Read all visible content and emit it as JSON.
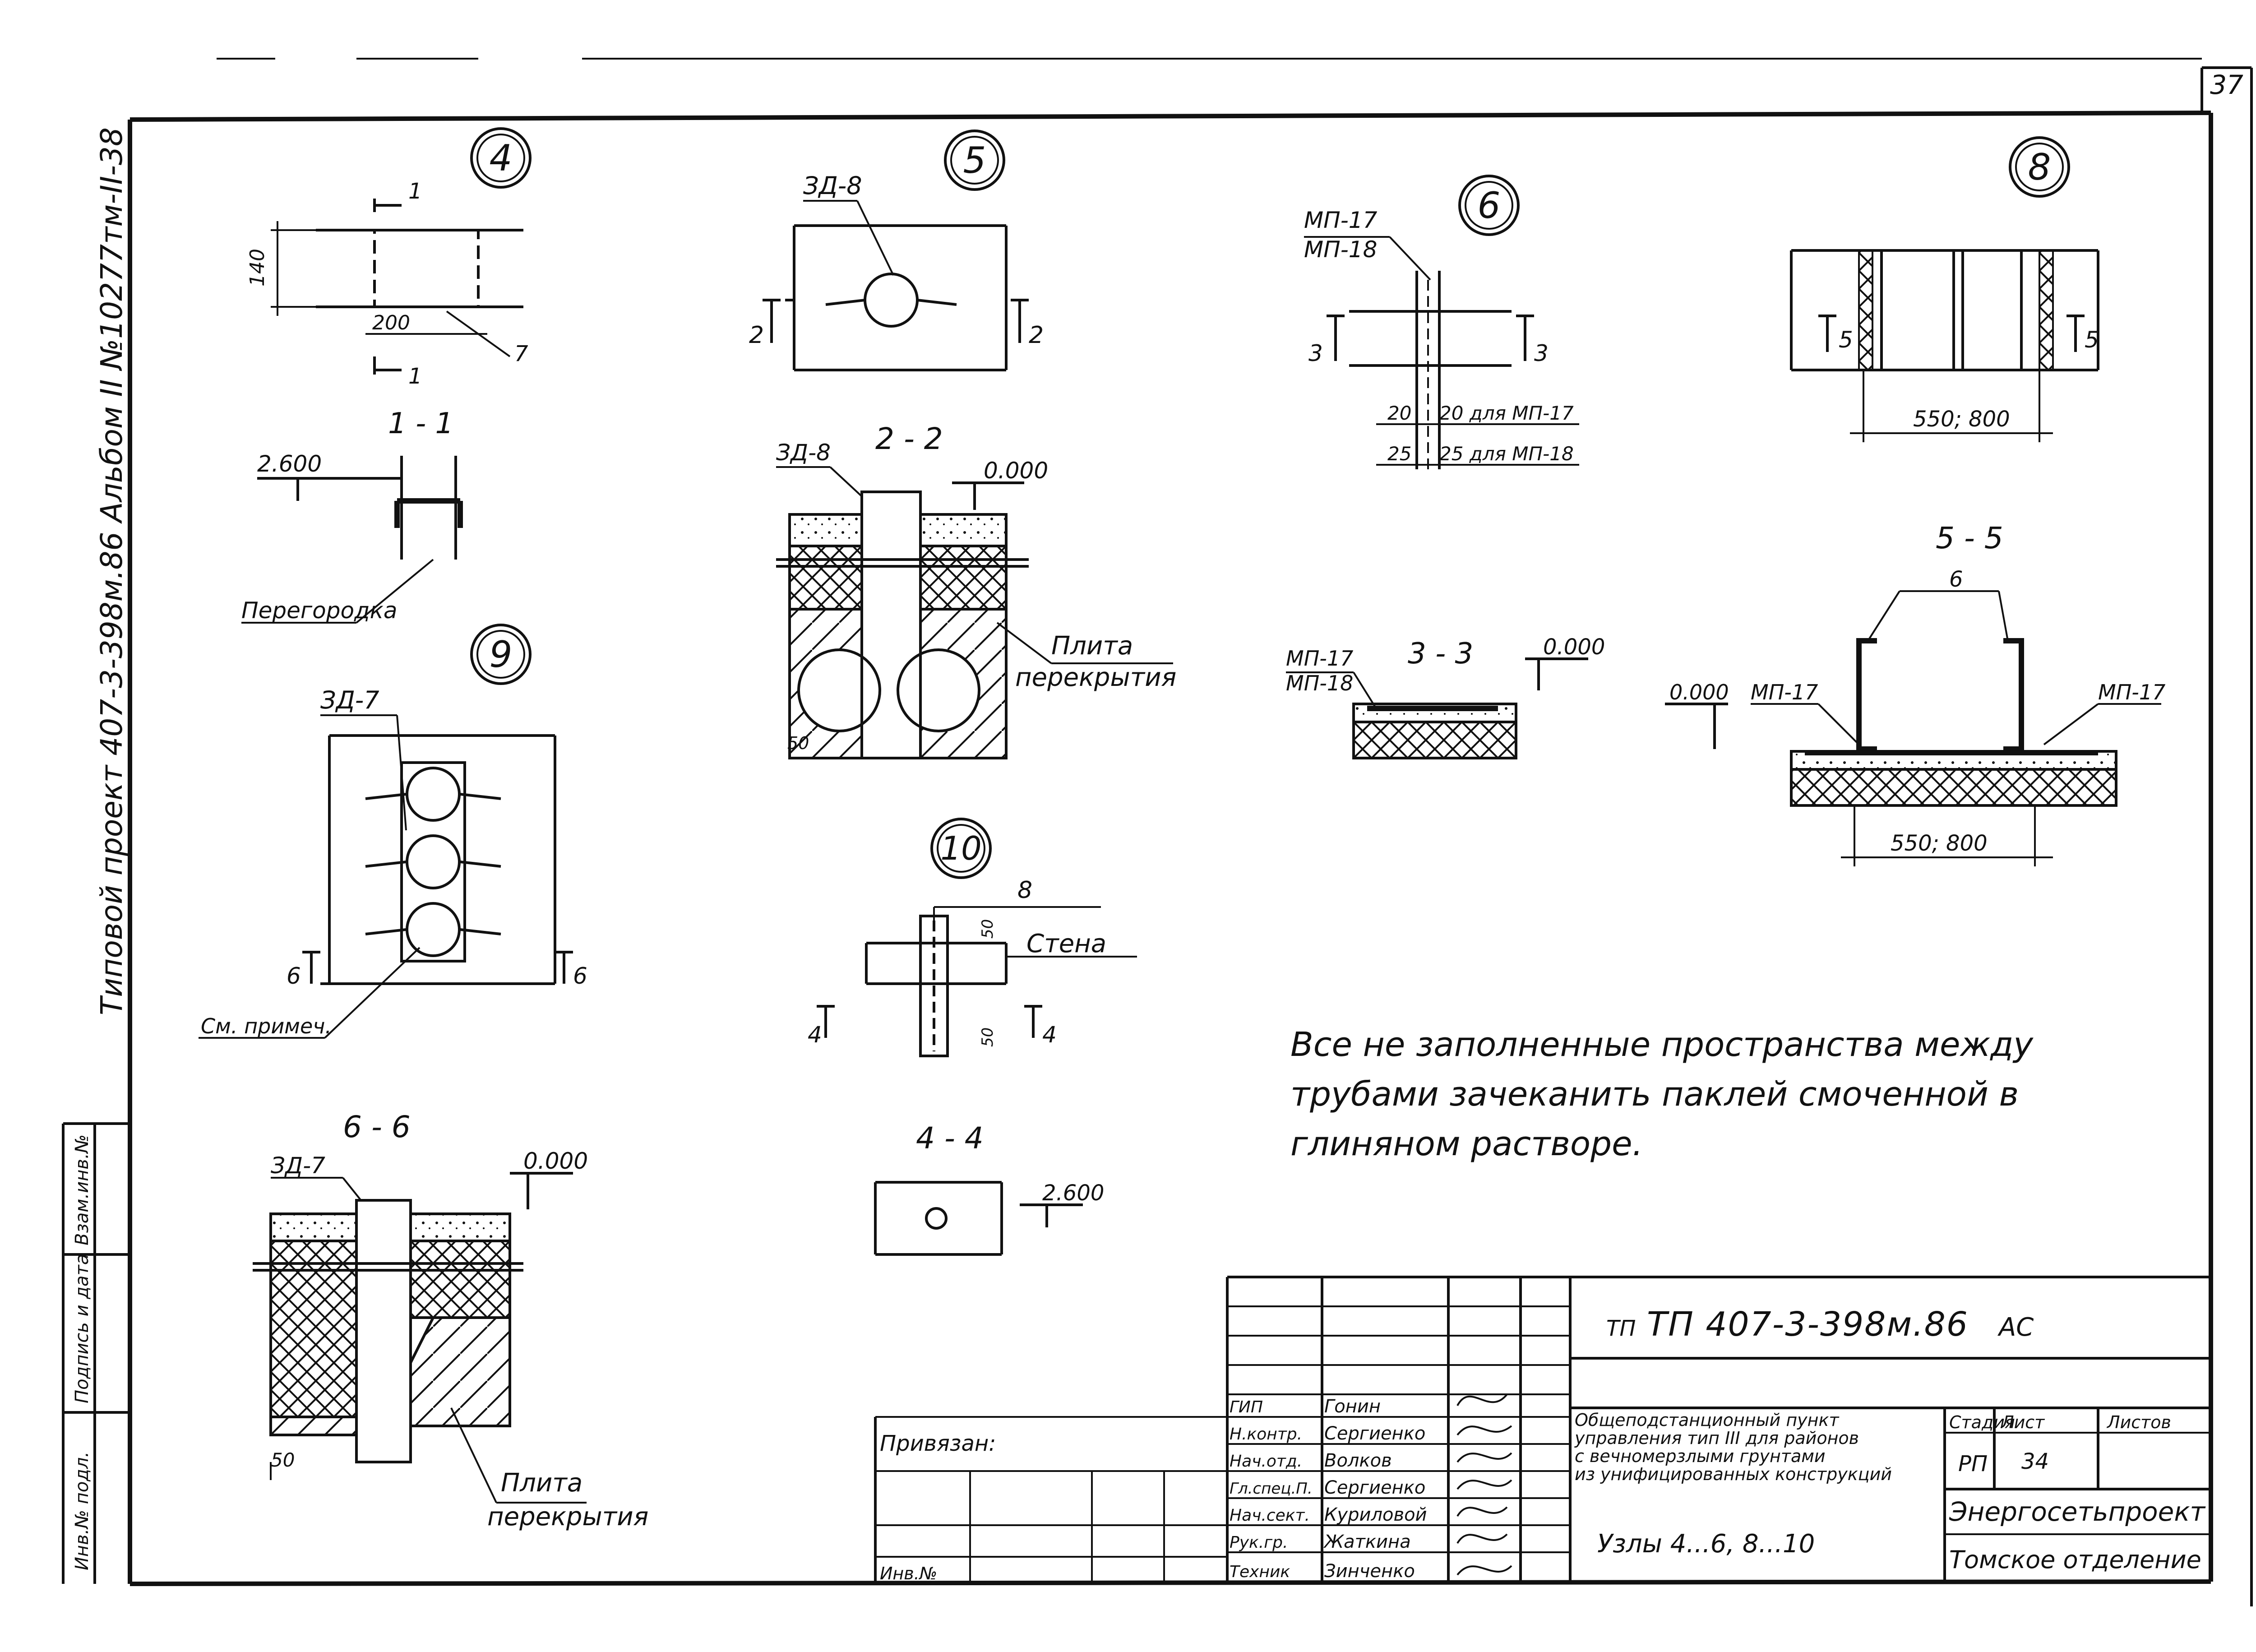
{
  "sheet": {
    "page_number": "37",
    "side_stamp": "Типовой проект 407-3-398м.86 Альбом II №10277тм-II-38",
    "note_lines": [
      "Все не заполненные пространства между",
      "трубами зачеканить паклей смоченной в",
      "глиняном растворе."
    ],
    "left_strip": [
      "Инв.№ подл.",
      "Подпись и дата",
      "Взам.инв.№"
    ]
  },
  "details": {
    "d4": {
      "number": "4",
      "dim_h": "140",
      "dim_w": "200",
      "callout": "7",
      "cut": "1"
    },
    "s11": {
      "title": "1 - 1",
      "level": "2.600",
      "label": "Перегородка"
    },
    "d9": {
      "number": "9",
      "part": "ЗД-7",
      "cut": "6",
      "note": "См. примеч."
    },
    "s66": {
      "title": "6 - 6",
      "part": "ЗД-7",
      "level": "0.000",
      "dim": "50",
      "label1": "Плита",
      "label2": "перекрытия"
    },
    "d5": {
      "number": "5",
      "part": "ЗД-8",
      "cut": "2"
    },
    "s22": {
      "title": "2 - 2",
      "part": "ЗД-8",
      "level": "0.000",
      "dim": "50",
      "label1": "Плита",
      "label2": "перекрытия"
    },
    "d10": {
      "number": "10",
      "callout": "8",
      "label": "Стена",
      "dim": "50",
      "cut": "4"
    },
    "s44": {
      "title": "4 - 4",
      "level": "2.600"
    },
    "d6": {
      "number": "6",
      "part1": "МП-17",
      "part2": "МП-18",
      "cut": "3",
      "dim1a": "20",
      "dim1b": "20 для МП-17",
      "dim2a": "25",
      "dim2b": "25 для МП-18"
    },
    "s33": {
      "title": "3 - 3",
      "part1": "МП-17",
      "part2": "МП-18",
      "level": "0.000"
    },
    "d8": {
      "number": "8",
      "cut": "5",
      "dim": "550; 800"
    },
    "s55": {
      "title": "5 - 5",
      "callout": "6",
      "level": "0.000",
      "part_left": "МП-17",
      "part_right": "МП-17",
      "dim": "550; 800"
    }
  },
  "title_block": {
    "code": "ТП 407-3-398м.86",
    "mark": "АС",
    "binding": "Привязан:",
    "inv": "Инв.№",
    "staff": [
      {
        "role": "ГИП",
        "name": "Гонин"
      },
      {
        "role": "Н.контр.",
        "name": "Сергиенко"
      },
      {
        "role": "Нач.отд.",
        "name": "Волков"
      },
      {
        "role": "Гл.спец.П.",
        "name": "Сергиенко"
      },
      {
        "role": "Нач.сект.",
        "name": "Куриловой"
      },
      {
        "role": "Рук.гр.",
        "name": "Жаткина"
      },
      {
        "role": "Техник",
        "name": "Зинченко"
      }
    ],
    "project_lines": [
      "Общеподстанционный пункт",
      "управления тип III для районов",
      "с вечномерзлыми грунтами",
      "из унифицированных конструкций"
    ],
    "stage_label": "Стадия",
    "sheet_label": "Лист",
    "sheets_label": "Листов",
    "stage": "РП",
    "sheet_no": "34",
    "drawing_title": "Узлы 4...6, 8...10",
    "org": "Энергосетьпроект",
    "dept": "Томское отделение"
  }
}
